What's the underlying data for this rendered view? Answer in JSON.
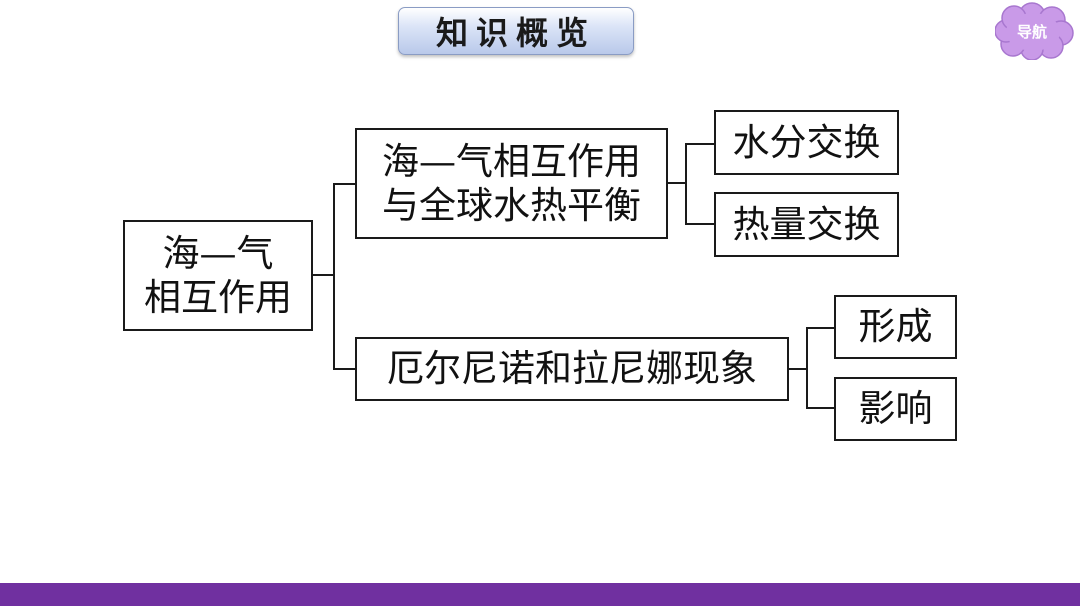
{
  "header": {
    "title": "知识概览"
  },
  "nav": {
    "label": "导航",
    "color": "#c99ae8"
  },
  "diagram": {
    "root": {
      "line1": "海—气",
      "line2": "相互作用"
    },
    "branch1": {
      "line1": "海—气相互作用",
      "line2": "与全球水热平衡",
      "children": [
        "水分交换",
        "热量交换"
      ]
    },
    "branch2": {
      "label": "厄尔尼诺和拉尼娜现象",
      "children": [
        "形成",
        "影响"
      ]
    }
  },
  "footer": {
    "color": "#7030a0"
  }
}
